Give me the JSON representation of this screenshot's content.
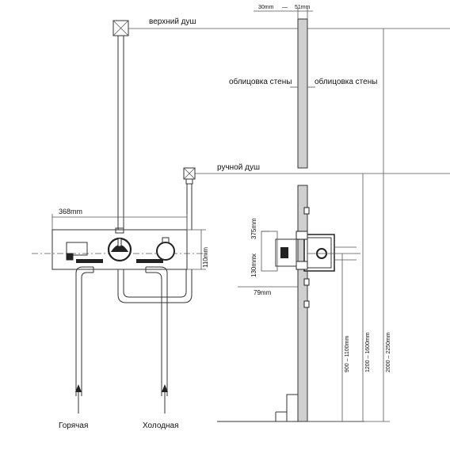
{
  "labels": {
    "top_shower": "верхний душ",
    "hand_shower": "ручной душ",
    "wall_cladding_left": "облицовка стены",
    "wall_cladding_right": "облицовка стены",
    "hot": "Горячая",
    "cold": "Холодная"
  },
  "dimensions": {
    "width_panel": "368mm",
    "height_panel": "110mm",
    "wall_min": "30mm",
    "wall_dash": "—",
    "wall_max": "51mm",
    "box_h": "130mm",
    "box_x": "x",
    "box_w": "375mm",
    "depth": "79mm",
    "h_mixer": "900 – 1100mm",
    "h_hand": "1200 – 1600mm",
    "h_top": "2000 – 2250mm"
  },
  "colors": {
    "line": "#333333",
    "wall_fill": "#cfcfcf",
    "text": "#111111"
  }
}
